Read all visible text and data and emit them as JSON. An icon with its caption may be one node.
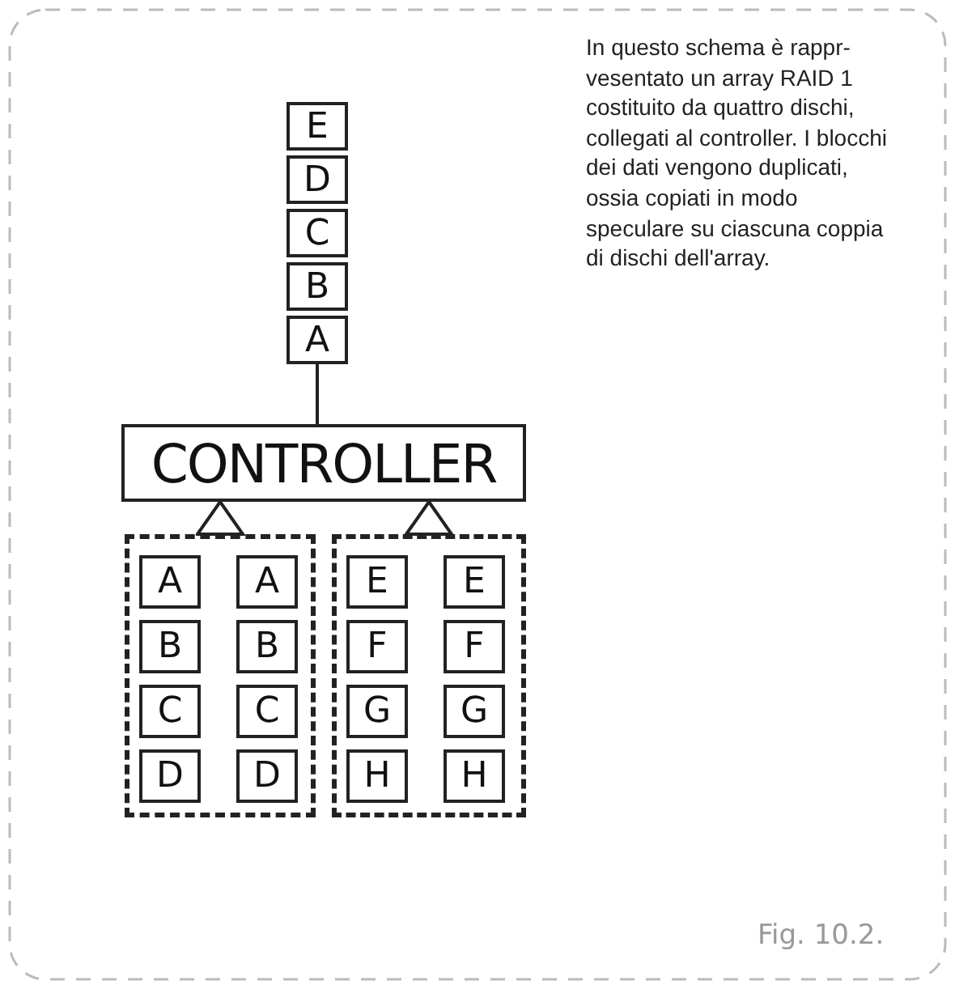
{
  "diagram": {
    "nodes": [
      {
        "text": [
          "E"
        ]
      },
      {
        "text": [
          "D"
        ]
      },
      {
        "text": [
          "C"
        ]
      },
      {
        "text": [
          "B"
        ]
      },
      {
        "text": [
          "A"
        ]
      },
      {
        "text": [
          "CONTROLLER"
        ]
      },
      {
        "text": [],
        "shape": "box"
      },
      {
        "text": [
          "A"
        ],
        "in": 6
      },
      {
        "text": [
          "A"
        ],
        "in": 6
      },
      {
        "text": [
          "B"
        ],
        "in": 6
      },
      {
        "text": [
          "B"
        ],
        "in": 6
      },
      {
        "text": [
          "C"
        ],
        "in": 6
      },
      {
        "text": [
          "C"
        ],
        "in": 6
      },
      {
        "text": [
          "D"
        ],
        "in": 6
      },
      {
        "text": [
          "D"
        ],
        "in": 6
      },
      {
        "text": [],
        "shape": "box"
      },
      {
        "text": [
          "E"
        ],
        "in": 15
      },
      {
        "text": [
          "E"
        ],
        "in": 15
      },
      {
        "text": [
          "F"
        ],
        "in": 15
      },
      {
        "text": [
          "F"
        ],
        "in": 15
      },
      {
        "text": [
          "G"
        ],
        "in": 15
      },
      {
        "text": [
          "G"
        ],
        "in": 15
      },
      {
        "text": [
          "H"
        ],
        "in": 15
      },
      {
        "text": [
          "H"
        ],
        "in": 15
      }
    ],
    "edges": [
      {
        "from": 4,
        "to": 5,
        "arrow": "none"
      },
      {
        "from": 6,
        "to": 5,
        "arrow": "to"
      },
      {
        "from": 15,
        "to": 5,
        "arrow": "to"
      }
    ],
    "labels": [
      "In questo schema è rappr-vesentato un array RAID 1 costituito da quattro dischi, collegati al controller. I blocchi dei dati vengono duplicati, ossia copiati in modo speculare su ciascuna coppia di dischi dell'array.",
      "Fig. 10.2."
    ]
  }
}
